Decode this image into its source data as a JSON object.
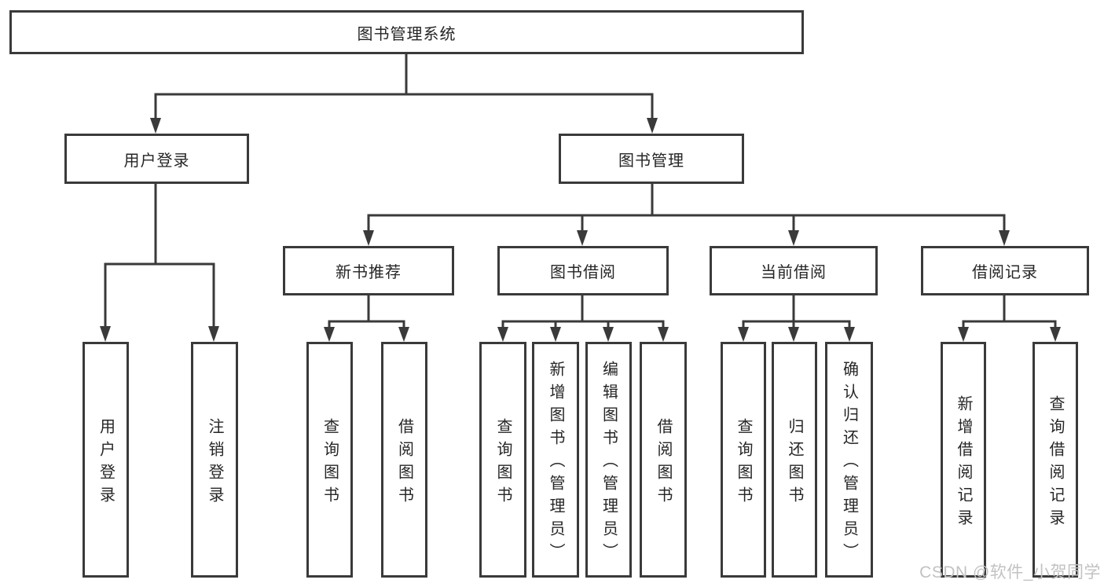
{
  "diagram": {
    "type": "hierarchy",
    "root": {
      "label": "图书管理系统",
      "children": [
        {
          "label": "用户登录",
          "children": [
            {
              "label": "用户登录"
            },
            {
              "label": "注销登录"
            }
          ]
        },
        {
          "label": "图书管理",
          "children": [
            {
              "label": "新书推荐",
              "children": [
                {
                  "label": "查询图书"
                },
                {
                  "label": "借阅图书"
                }
              ]
            },
            {
              "label": "图书借阅",
              "children": [
                {
                  "label": "查询图书"
                },
                {
                  "label": "新增图书（管理员）"
                },
                {
                  "label": "编辑图书（管理员）"
                },
                {
                  "label": "借阅图书"
                }
              ]
            },
            {
              "label": "当前借阅",
              "children": [
                {
                  "label": "查询图书"
                },
                {
                  "label": "归还图书"
                },
                {
                  "label": "确认归还（管理员）"
                }
              ]
            },
            {
              "label": "借阅记录",
              "children": [
                {
                  "label": "新增借阅记录"
                },
                {
                  "label": "查询借阅记录"
                }
              ]
            }
          ]
        }
      ]
    },
    "colors": {
      "line": "#3a3a3a",
      "text": "#262626",
      "background": "#ffffff",
      "watermark": "#c2c2c2"
    }
  },
  "watermark": {
    "text": "CSDN @软件_小贺同学"
  }
}
